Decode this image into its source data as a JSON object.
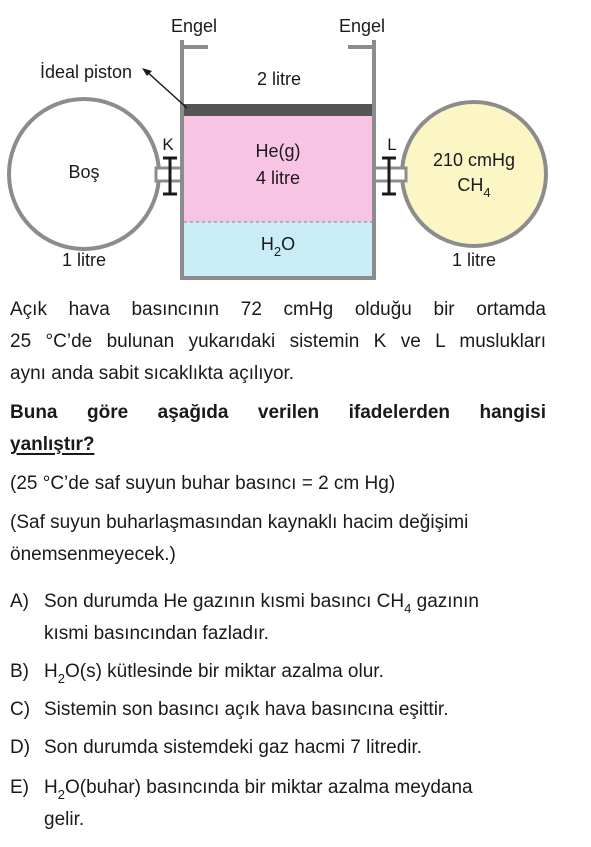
{
  "figure": {
    "stopper_left": "Engel",
    "stopper_right": "Engel",
    "piston_label": "İdeal piston",
    "top_volume": "2 litre",
    "valve_left": "K",
    "valve_right": "L",
    "left_bulb_label": "Boş",
    "left_bulb_volume": "1 litre",
    "gas_name": "He(g)",
    "gas_volume": "4 litre",
    "water_main": "H",
    "water_sub": "2",
    "water_tail": "O",
    "right_bulb_pressure": "210 cmHg",
    "right_bulb_gas_main": "CH",
    "right_bulb_gas_sub": "4",
    "right_bulb_volume": "1 litre",
    "colors": {
      "gas": "#f7c5e3",
      "water": "#c9ecf6",
      "right_bulb": "#fbf6c3",
      "piston": "#555555",
      "wall": "#8c8c8c"
    }
  },
  "text": {
    "intro_line1": "Açık hava basıncının 72 cmHg olduğu bir ortamda",
    "intro_line2": "25 °C’de bulunan yukarıdaki sistemin K ve L muslukları",
    "intro_line3": "aynı anda sabit sıcaklıkta açılıyor.",
    "question_line1": "Buna göre aşağıda verilen ifadelerden hangisi",
    "question_line2": "yanlıştır?",
    "note1": "(25 °C’de saf suyun buhar basıncı = 2 cm Hg)",
    "note2_line1": "(Saf suyun buharlaşmasından kaynaklı hacim değişimi",
    "note2_line2": "önemsenmeyecek.)"
  },
  "options": {
    "a": {
      "letter": "A)",
      "pre": "Son durumda He gazının kısmi basıncı CH",
      "sub": "4",
      "post": " gazının",
      "line2": "kısmi basıncından fazladır."
    },
    "b": {
      "letter": "B)",
      "pre": "H",
      "sub": "2",
      "post": "O(s) kütlesinde bir miktar azalma olur."
    },
    "c": {
      "letter": "C)",
      "text": "Sistemin son basıncı açık hava basıncına eşittir."
    },
    "d": {
      "letter": "D)",
      "text": "Son durumda sistemdeki gaz hacmi 7 litredir."
    },
    "e": {
      "letter": "E)",
      "pre": "H",
      "sub": "2",
      "post": "O(buhar) basıncında bir miktar azalma meydana",
      "line2": "gelir."
    }
  }
}
